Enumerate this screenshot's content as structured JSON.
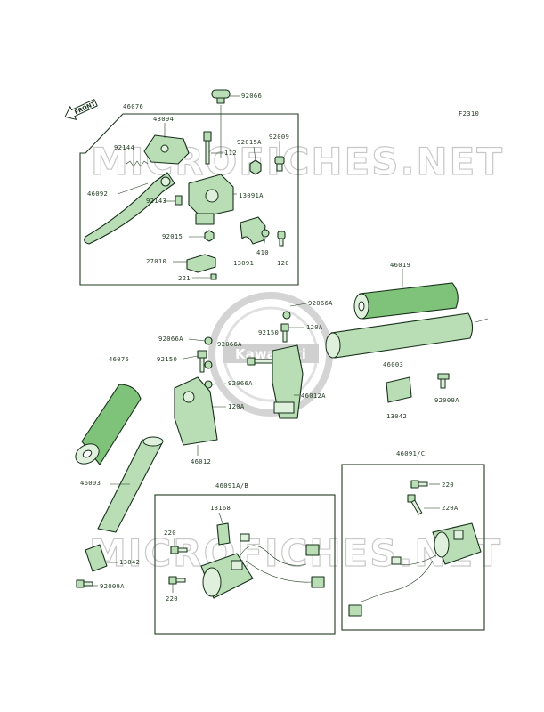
{
  "page_code": "F2310",
  "front_arrow_label": "FRONT",
  "watermark": "MICROFICHES.NET",
  "logo_text": "Kawasaki",
  "groups": {
    "clutch_lever_assembly": "46076",
    "right_switch_assembly": "46091/C",
    "left_switch_assembly": "46091A/B"
  },
  "labels": {
    "p92066": "92066",
    "p43094": "43094",
    "p92144": "92144",
    "p112": "112",
    "p92015A": "92015A",
    "p92009": "92009",
    "p46092": "46092",
    "p92143": "92143",
    "p13091A": "13091A",
    "p92015": "92015",
    "p410": "410",
    "p27010": "27010",
    "p13091": "13091",
    "p120": "120",
    "p221": "221",
    "p46019": "46019",
    "p92066A_a": "92066A",
    "p92066A_b": "92066A",
    "p92066A_c": "92066A",
    "p92066A_d": "92066A",
    "p92150_a": "92150",
    "p92150_b": "92150",
    "p120A_a": "120A",
    "p120A_b": "120A",
    "p46075": "46075",
    "p46003_a": "46003",
    "p46003_b": "46003",
    "p46012A": "46012A",
    "p46012": "46012",
    "p13042_a": "13042",
    "p13042_b": "13042",
    "p92009A_a": "92009A",
    "p92009A_b": "92009A",
    "p220_a": "220",
    "p220A": "220A",
    "p13168": "13168",
    "p220_b": "220",
    "p220_c": "220"
  }
}
